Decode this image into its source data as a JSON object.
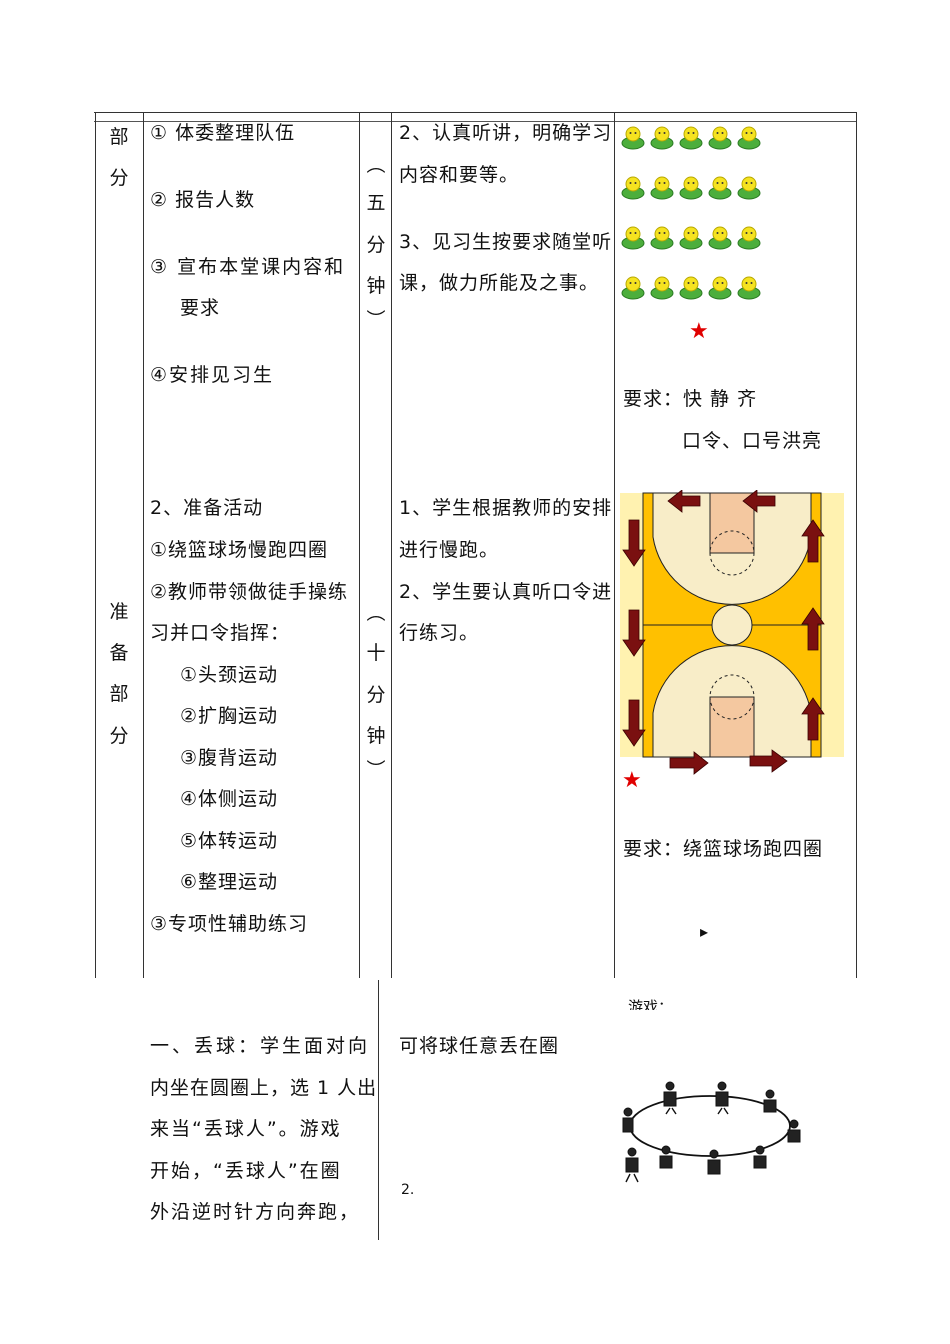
{
  "section_one": {
    "label_chars": [
      "部",
      "分"
    ],
    "teacher_items": [
      "① 体委整理队伍",
      "② 报告人数",
      "③ 宣布本堂课内容和",
      "要求",
      "④安排见习生"
    ],
    "duration_chars": [
      "︵",
      "五",
      "分",
      "钟",
      "︶"
    ],
    "student_lines": [
      "2、认真听讲，明确学习",
      "内容和要等。",
      "3、见习生按要求随堂听",
      "课，做力所能及之事。"
    ],
    "requirement_line1": "要求：快  静  齐",
    "requirement_line2": "口令、口号洪亮"
  },
  "section_two": {
    "label_chars": [
      "准",
      "备",
      "部",
      "分"
    ],
    "teacher_items": [
      "2、准备活动",
      "①绕篮球场慢跑四圈",
      "②教师带领做徒手操练",
      "习并口令指挥：",
      "①头颈运动",
      "②扩胸运动",
      "③腹背运动",
      "④体侧运动",
      "⑤体转运动",
      "⑥整理运动",
      "③专项性辅助练习"
    ],
    "duration_chars": [
      "︵",
      "十",
      "分",
      "钟",
      "︶"
    ],
    "student_lines": [
      "1、学生根据教师的安排",
      "进行慢跑。",
      "2、学生要认真听口令进",
      "行练习。"
    ],
    "requirement": "要求：绕篮球场跑四圈",
    "pointer": "▸"
  },
  "game": {
    "heading": "游戏：",
    "description_lines": [
      "一、丢球：学生面对向",
      "内坐在圆圈上，选 1 人出",
      "来当“丢球人”。游戏",
      "开始，“丢球人”在圈",
      "外沿逆时针方向奔跑，"
    ],
    "student_line": "可将球任意丢在圈",
    "number_mark": "2."
  },
  "colors": {
    "court_outer": "#ffc000",
    "court_light": "#f8edc8",
    "key": "#f4c8a0",
    "arrow": "#7a1010",
    "star": "#e00000",
    "student_green": "#4cae3c",
    "student_face": "#f5e320"
  }
}
